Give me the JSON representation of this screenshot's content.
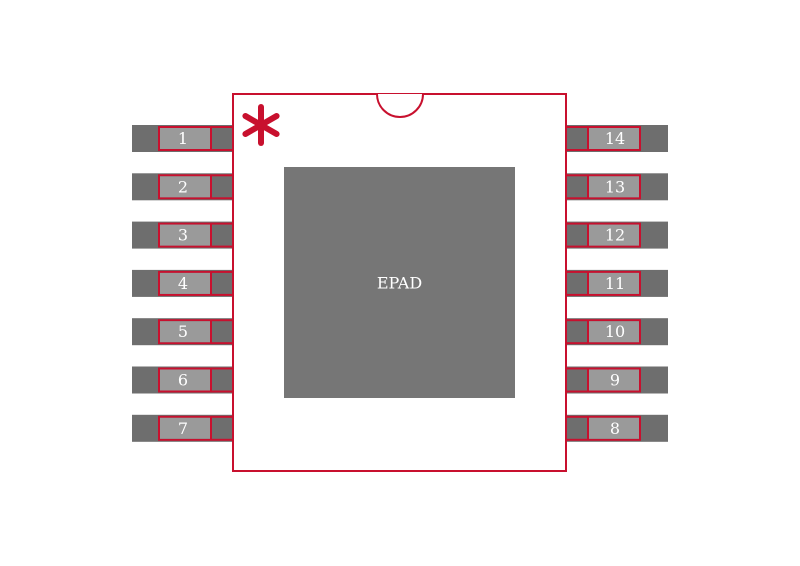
{
  "package": {
    "epad_label": "EPAD",
    "pin1_marker": "*",
    "left_pins": [
      "1",
      "2",
      "3",
      "4",
      "5",
      "6",
      "7"
    ],
    "right_pins": [
      "14",
      "13",
      "12",
      "11",
      "10",
      "9",
      "8"
    ]
  },
  "colors": {
    "outline": "#c8102e",
    "lead": "#6e6e6e",
    "pad_fill": "#9a9a9a",
    "epad": "#767676",
    "text": "#ffffff",
    "background": "#ffffff"
  }
}
